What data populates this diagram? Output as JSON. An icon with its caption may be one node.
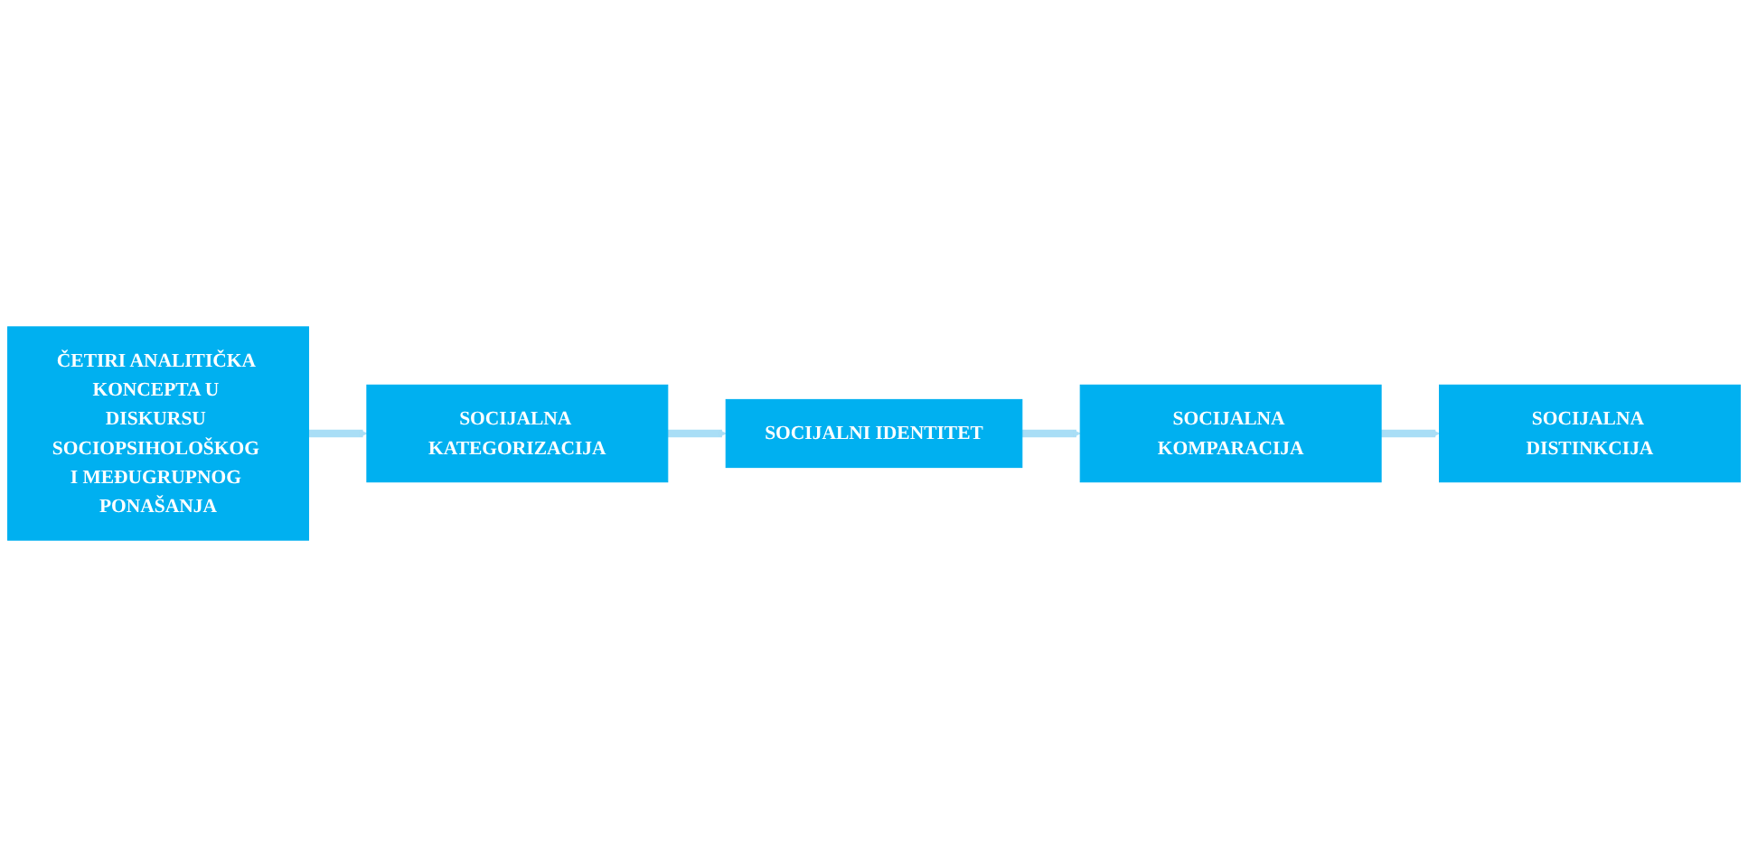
{
  "diagram": {
    "nodes": [
      {
        "text": [
          "ČETIRI ANALITIČKA KONCEPTA U DISKURSU SOCIOPSIHOLOŠKOG I MEĐUGRUPNOG PONAŠANJA"
        ]
      },
      {
        "text": [
          "SOCIJALNA KATEGORIZACIJA"
        ]
      },
      {
        "text": [
          "SOCIJALNI IDENTITET"
        ]
      },
      {
        "text": [
          "SOCIJALNA KOMPARACIJA"
        ]
      },
      {
        "text": [
          "SOCIJALNA DISTINKCIJA"
        ]
      }
    ],
    "edges": [
      {
        "from": 0,
        "to": 1,
        "arrow": "to"
      },
      {
        "from": 1,
        "to": 2,
        "arrow": "to"
      },
      {
        "from": 2,
        "to": 3,
        "arrow": "to"
      },
      {
        "from": 3,
        "to": 4,
        "arrow": "to"
      }
    ]
  }
}
